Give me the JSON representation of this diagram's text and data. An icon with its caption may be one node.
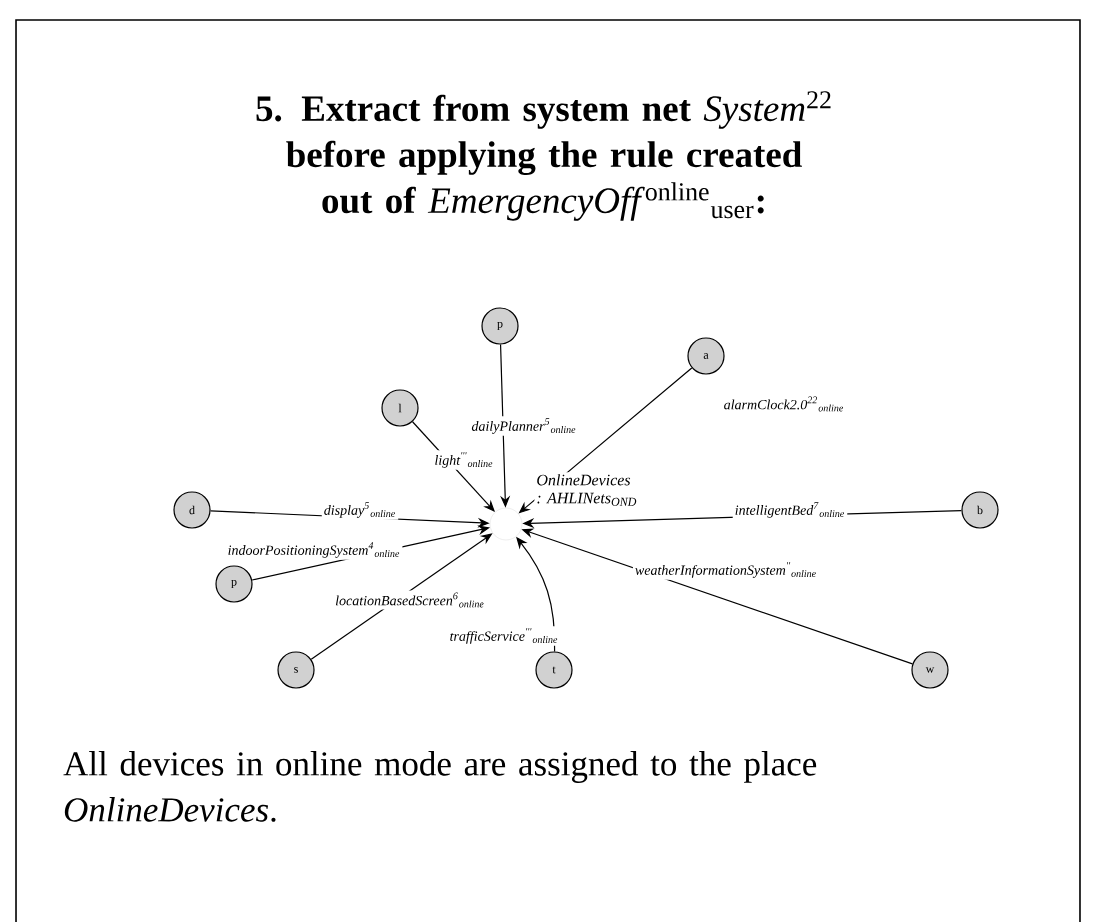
{
  "diagram": {
    "title": "**5. Extract from system net** *System*$^{22}$ **before applying the rule created out of** *EmergencyOff*$^{online}$$_{user}$**:**",
    "caption": "All devices in online mode are assigned to the place *OnlineDevices*.",
    "nodes": [
      {
        "text": [],
        "shape": "circle",
        "beside": [
          "OnlineDevices",
          ": AHLINets$_{OND}$"
        ]
      },
      {
        "text": [
          "p"
        ]
      },
      {
        "text": [
          "l"
        ]
      },
      {
        "text": [
          "a"
        ]
      },
      {
        "text": [
          "d"
        ]
      },
      {
        "text": [
          "b"
        ]
      },
      {
        "text": [
          "p"
        ]
      },
      {
        "text": [
          "s"
        ]
      },
      {
        "text": [
          "t"
        ]
      },
      {
        "text": [
          "w"
        ]
      }
    ],
    "edges": [
      {
        "from": 1,
        "to": 0,
        "arrow": "to",
        "label": "dailyPlanner$^{5}$$_{online}$"
      },
      {
        "from": 2,
        "to": 0,
        "arrow": "to",
        "label": "light$^{'''}$$_{online}$"
      },
      {
        "from": 3,
        "to": 0,
        "arrow": "to",
        "label": "alarmClock2.0$^{22}$$_{online}$"
      },
      {
        "from": 4,
        "to": 0,
        "arrow": "to",
        "label": "display$^{5}$$_{online}$"
      },
      {
        "from": 5,
        "to": 0,
        "arrow": "to",
        "label": "intelligentBed$^{7}$$_{online}$"
      },
      {
        "from": 6,
        "to": 0,
        "arrow": "to",
        "label": "indoorPositioningSystem$^{4}$$_{online}$"
      },
      {
        "from": 7,
        "to": 0,
        "arrow": "to",
        "label": "locationBasedScreen$^{6}$$_{online}$"
      },
      {
        "from": 8,
        "to": 0,
        "arrow": "to",
        "label": "trafficService$^{'''}$$_{online}$"
      },
      {
        "from": 9,
        "to": 0,
        "arrow": "to",
        "label": "weatherInformationSystem$^{''}$$_{online}$"
      }
    ]
  }
}
